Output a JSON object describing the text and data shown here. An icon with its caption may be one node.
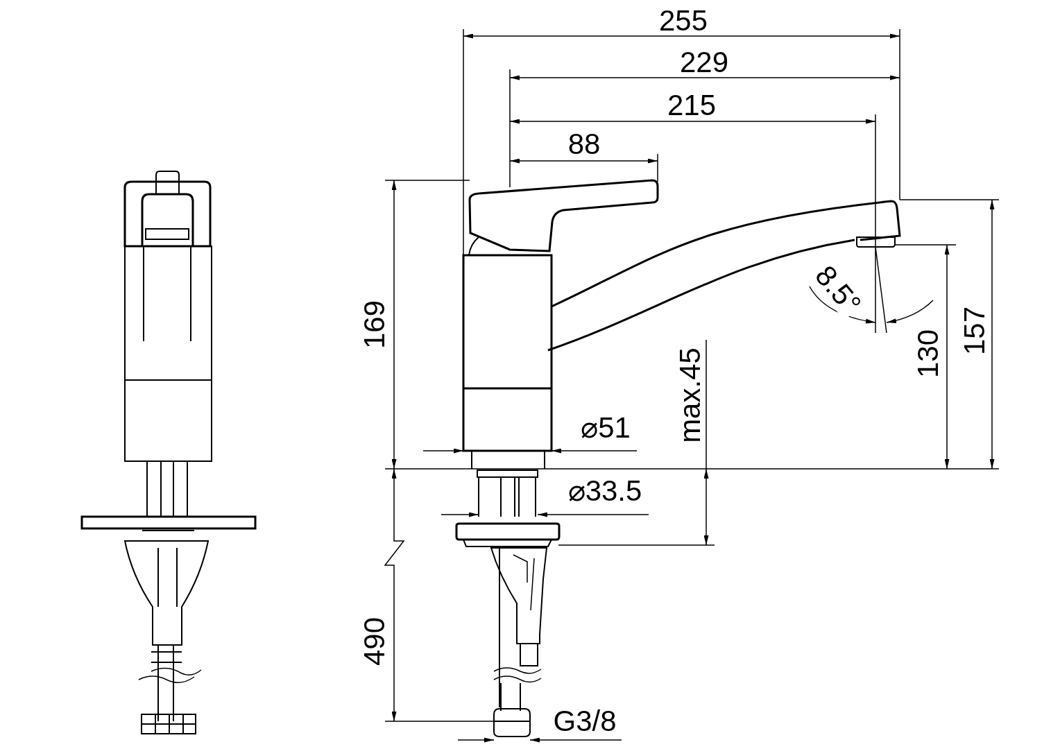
{
  "diagram": {
    "labels": [
      "255",
      "229",
      "215",
      "88",
      "169",
      "8.5°",
      "max.45",
      "130",
      "157",
      "⌀51",
      "⌀33.5",
      "490",
      "G3/8"
    ]
  }
}
